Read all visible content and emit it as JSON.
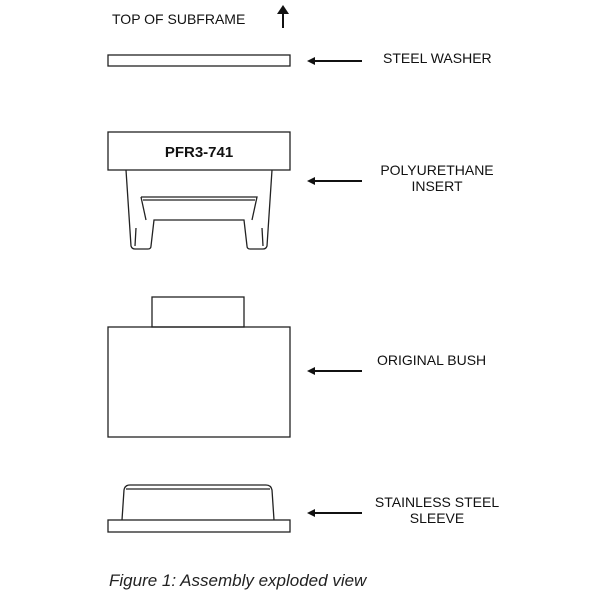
{
  "top_label": "TOP OF SUBFRAME",
  "part_number": "PFR3-741",
  "labels": {
    "washer": "STEEL WASHER",
    "insert_line1": "POLYURETHANE",
    "insert_line2": "INSERT",
    "bush": "ORIGINAL BUSH",
    "sleeve_line1": "STAINLESS STEEL",
    "sleeve_line2": "SLEEVE"
  },
  "caption": "Figure 1: Assembly exploded view"
}
